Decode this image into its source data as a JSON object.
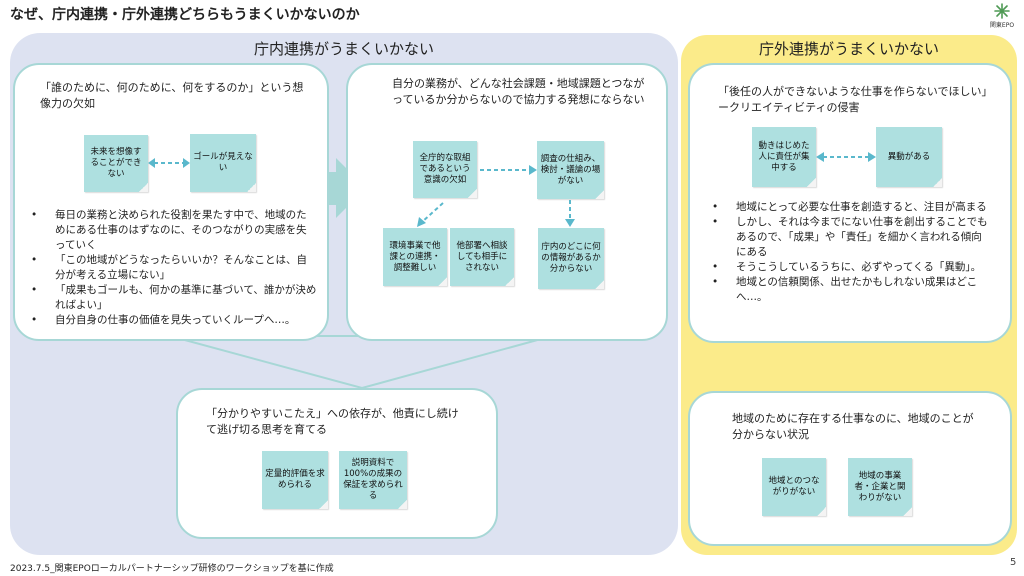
{
  "title": "なぜ、庁内連携・庁外連携どちらもうまくいかないのか",
  "logo_text": "関東EPO",
  "left_panel": {
    "heading": "庁内連携がうまくいかない",
    "card1": {
      "heading": "「誰のために、何のために、何をするのか」という想像力の欠如",
      "notes": [
        "未来を想像することができない",
        "ゴールが見えない"
      ],
      "bullets": [
        "毎日の業務と決められた役割を果たす中で、地域のためにある仕事のはずなのに、そのつながりの実感を失っていく",
        "「この地域がどうなったらいいか？そんなことは、自分が考える立場にない」",
        "「成果もゴールも、何かの基準に基づいて、誰かが決めればよい」",
        "自分自身の仕事の価値を見失っていくループへ…。"
      ]
    },
    "card2": {
      "heading": "自分の業務が、どんな社会課題・地域課題とつながっているか分からないので協力する発想にならない",
      "notes": [
        "全庁的な取組であるという意識の欠如",
        "調査の仕組み、検討・議論の場がない",
        "環境事業で他課との連携・調整難しい",
        "他部署へ相談しても相手にされない",
        "庁内のどこに何の情報があるか分からない"
      ]
    },
    "card3": {
      "heading": "「分かりやすいこたえ」への依存が、他責にし続けて逃げ切る思考を育てる",
      "notes": [
        "定量的評価を求められる",
        "説明資料で100%の成果の保証を求められる"
      ]
    }
  },
  "right_panel": {
    "heading": "庁外連携がうまくいかない",
    "card1": {
      "heading": "「後任の人ができないような仕事を作らないでほしい」ークリエイティビティの侵害",
      "notes": [
        "動きはじめた人に責任が集中する",
        "異動がある"
      ],
      "bullets": [
        "地域にとって必要な仕事を創造すると、注目が高まる",
        "しかし、それは今までにない仕事を創出することでもあるので、「成果」や「責任」を細かく言われる傾向にある",
        "そうこうしているうちに、必ずやってくる「異動」。",
        "地域との信頼関係、出せたかもしれない成果はどこへ…。"
      ]
    },
    "card2": {
      "heading": "地域のために存在する仕事なのに、地域のことが分からない状況",
      "notes": [
        "地域とのつながりがない",
        "地域の事業者・企業と関わりがない"
      ]
    }
  },
  "footer": "2023.7.5_関東EPOローカルパートナーシップ研修のワークショップを基に作成",
  "page_number": "5",
  "colors": {
    "left_panel": "#dde2f1",
    "right_panel": "#fbeb8a",
    "card_border": "#a7d7d6",
    "note": "#aee0e0",
    "arrow": "#5ab8cc"
  }
}
